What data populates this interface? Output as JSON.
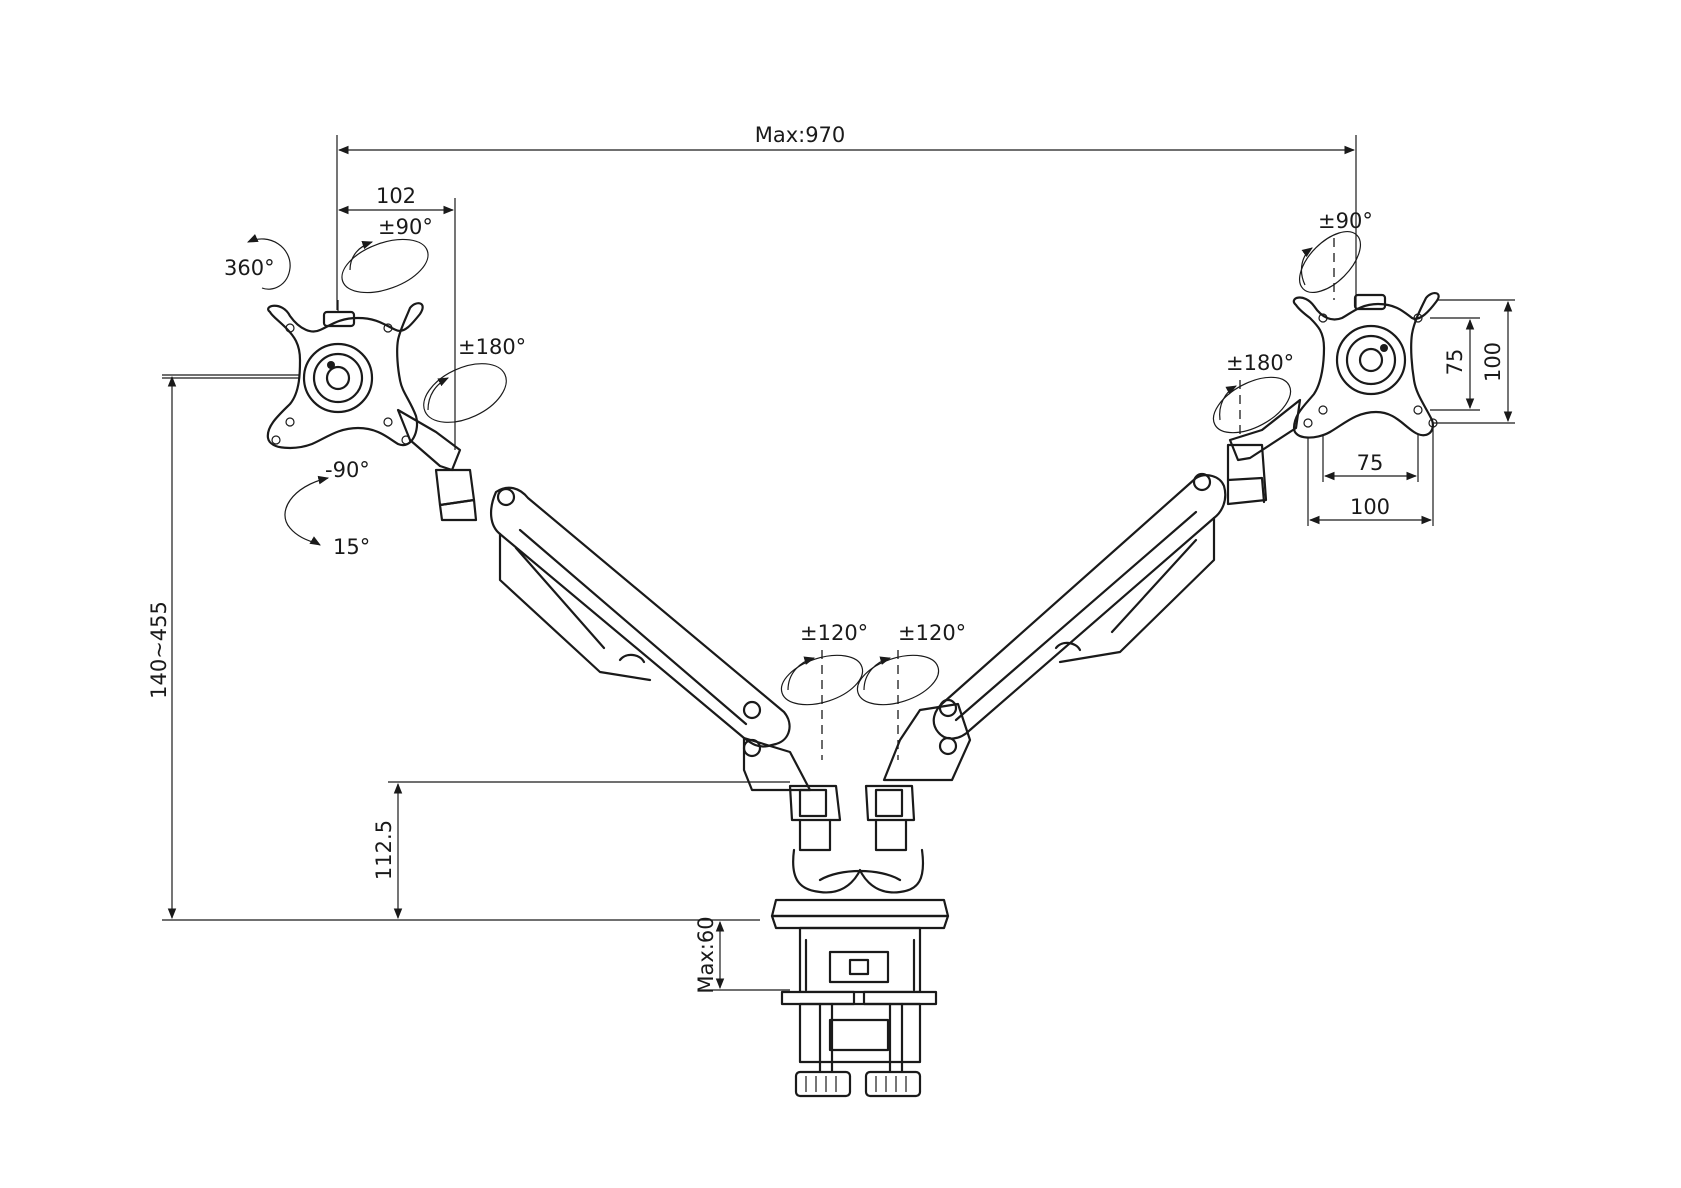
{
  "drawing": {
    "dimensions": {
      "max_width": "Max:970",
      "arm_offset": "102",
      "height_range": "140~455",
      "pole_height": "112.5",
      "clamp_max": "Max:60",
      "vesa_75_vertical": "75",
      "vesa_100_vertical": "100",
      "vesa_75_horizontal": "75",
      "vesa_100_horizontal": "100"
    },
    "angles": {
      "rotation_360": "360°",
      "left_swivel": "±90°",
      "left_pivot": "±180°",
      "tilt_down": "-90°",
      "tilt_up": "15°",
      "right_swivel": "±90°",
      "right_pivot": "±180°",
      "base_left": "±120°",
      "base_right": "±120°"
    }
  }
}
